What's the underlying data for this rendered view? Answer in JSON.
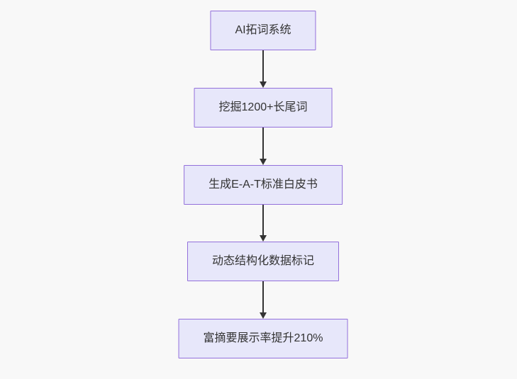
{
  "diagram": {
    "type": "flowchart",
    "direction": "top-down",
    "nodes": [
      {
        "id": "n1",
        "label": "AI拓词系统"
      },
      {
        "id": "n2",
        "label": "挖掘1200+长尾词"
      },
      {
        "id": "n3",
        "label": "生成E-A-T标准白皮书"
      },
      {
        "id": "n4",
        "label": "动态结构化数据标记"
      },
      {
        "id": "n5",
        "label": "富摘要展示率提升210%"
      }
    ],
    "edges": [
      {
        "from": "n1",
        "to": "n2"
      },
      {
        "from": "n2",
        "to": "n3"
      },
      {
        "from": "n3",
        "to": "n4"
      },
      {
        "from": "n4",
        "to": "n5"
      }
    ],
    "colors": {
      "node_fill": "#E7E7FA",
      "node_border": "#9370DB",
      "text": "#333333",
      "arrow": "#333333",
      "background": "#F8F8F8"
    }
  }
}
